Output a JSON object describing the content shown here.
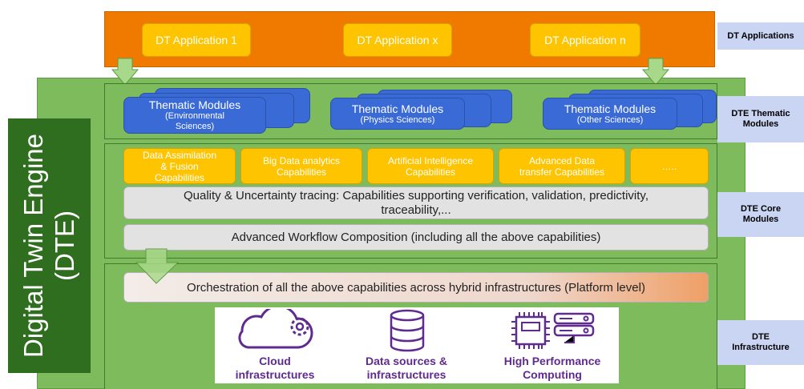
{
  "applications": {
    "items": [
      "DT Application 1",
      "DT Application x",
      "DT Application n"
    ],
    "side_label": "DT Applications"
  },
  "dte_title": {
    "line1": "Digital Twin Engine",
    "line2": "(DTE)"
  },
  "thematic": {
    "side_label_1": "DTE Thematic",
    "side_label_2": "Modules",
    "modules": [
      {
        "title": "Thematic Modules",
        "sub1": "(Environmental",
        "sub2": "Sciences)"
      },
      {
        "title": "Thematic Modules",
        "sub1": "(Physics Sciences)"
      },
      {
        "title": "Thematic Modules",
        "sub1": "(Other Sciences)"
      }
    ]
  },
  "core": {
    "side_label_1": "DTE Core",
    "side_label_2": "Modules",
    "capabilities": [
      {
        "line1": "Data Assimilation",
        "line2": "& Fusion",
        "line3": "Capabilities"
      },
      {
        "line1": "Big Data analytics",
        "line2": "Capabilities"
      },
      {
        "line1": "Artificial Intelligence",
        "line2": "Capabilities"
      },
      {
        "line1": "Advanced Data",
        "line2": "transfer Capabilities"
      },
      {
        "line1": "….."
      }
    ],
    "quality_line1": "Quality & Uncertainty tracing: Capabilities supporting verification, validation, predictivity,",
    "quality_line2": "traceability,...",
    "workflow": "Advanced Workflow Composition  (including all the above capabilities)"
  },
  "infrastructure": {
    "side_label_1": "DTE",
    "side_label_2": "Infrastructure",
    "orchestration": "Orchestration of all the above capabilities across hybrid infrastructures (Platform level)",
    "items": [
      {
        "icon": "cloud-gear-icon",
        "line1": "Cloud",
        "line2": "infrastructures"
      },
      {
        "icon": "database-icon",
        "line1": "Data sources &",
        "line2": "infrastructures"
      },
      {
        "icon": "hpc-chip-server-icon",
        "line1": "High Performance",
        "line2": "Computing"
      }
    ]
  },
  "colors": {
    "applications_bar": "#f07a00",
    "app_box": "#ffc400",
    "engine_green": "#7dbb5d",
    "engine_dark": "#2e6e1e",
    "module_blue": "#3a6ad6",
    "side_label_bg": "#c9d5f2",
    "icon_purple": "#5f2b8f"
  }
}
